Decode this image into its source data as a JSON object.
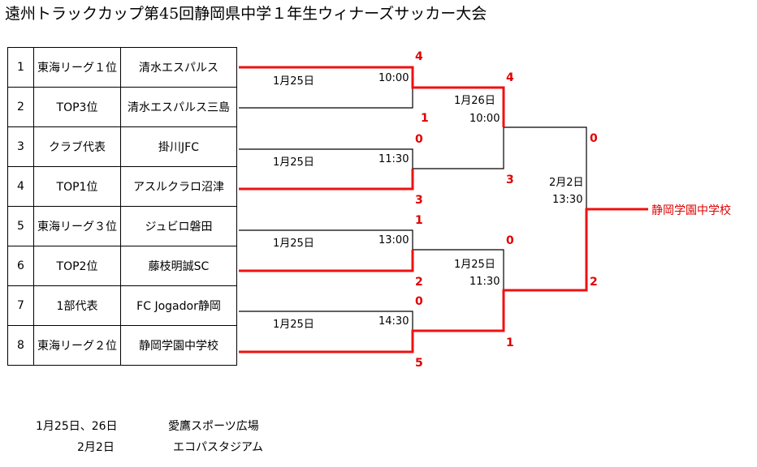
{
  "title": "遠州トラックカップ第45回静岡県中学１年生ウィナーズサッカー大会",
  "teams": [
    {
      "no": "1",
      "qual": "東海リーグ１位",
      "name": "清水エスパルス"
    },
    {
      "no": "2",
      "qual": "TOP3位",
      "name": "清水エスパルス三島"
    },
    {
      "no": "3",
      "qual": "クラブ代表",
      "name": "掛川JFC"
    },
    {
      "no": "4",
      "qual": "TOP1位",
      "name": "アスルクラロ沼津"
    },
    {
      "no": "5",
      "qual": "東海リーグ３位",
      "name": "ジュビロ磐田"
    },
    {
      "no": "6",
      "qual": "TOP2位",
      "name": "藤枝明誠SC"
    },
    {
      "no": "7",
      "qual": "1部代表",
      "name": "FC Jogador静岡"
    },
    {
      "no": "8",
      "qual": "東海リーグ２位",
      "name": "静岡学園中学校"
    }
  ],
  "round1": [
    {
      "date": "1月25日",
      "time": "10:00",
      "top_score": "4",
      "bottom_score": "1"
    },
    {
      "date": "1月25日",
      "time": "11:30",
      "top_score": "0",
      "bottom_score": "3"
    },
    {
      "date": "1月25日",
      "time": "13:00",
      "top_score": "1",
      "bottom_score": "2"
    },
    {
      "date": "1月25日",
      "time": "14:30",
      "top_score": "0",
      "bottom_score": "5"
    }
  ],
  "semis": [
    {
      "date": "1月26日",
      "time": "10:00",
      "top_score": "4",
      "bottom_score": "3"
    },
    {
      "date": "1月25日",
      "time": "11:30",
      "top_score": "0",
      "bottom_score": "1"
    }
  ],
  "final": {
    "date": "2月2日",
    "time": "13:30",
    "top_score": "0",
    "bottom_score": "2"
  },
  "champion": "静岡学園中学校",
  "venues": [
    {
      "dates": "1月25日、26日",
      "venue": "愛鷹スポーツ広場"
    },
    {
      "dates": "2月2日",
      "venue": "エコパスタジアム"
    }
  ],
  "colors": {
    "winner_line": "#ee1111",
    "loser_line": "#000000",
    "score": "#e00000"
  }
}
